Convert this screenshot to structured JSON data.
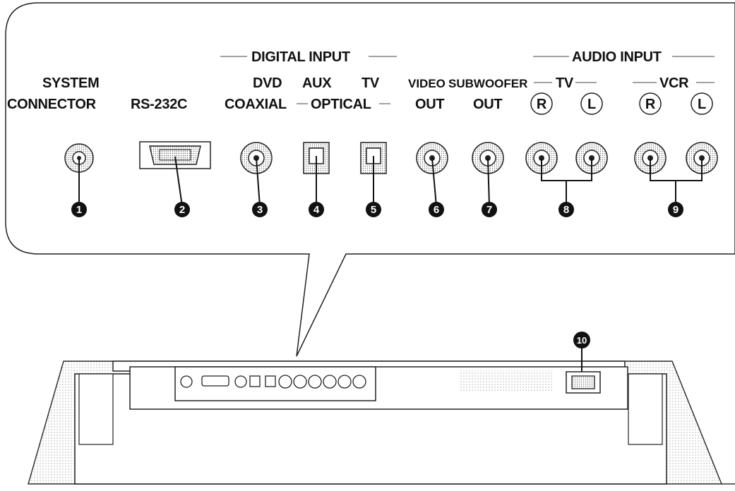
{
  "groups": {
    "digital_input": "DIGITAL INPUT",
    "optical": "OPTICAL",
    "audio_input": "AUDIO INPUT",
    "tv": "TV",
    "vcr": "VCR"
  },
  "labels": {
    "system_1": "SYSTEM",
    "system_2": "CONNECTOR",
    "rs232c": "RS-232C",
    "dvd": "DVD",
    "coaxial": "COAXIAL",
    "aux": "AUX",
    "tv_optical": "TV",
    "video_1": "VIDEO",
    "video_2": "OUT",
    "subwoofer_1": "SUBWOOFER",
    "subwoofer_2": "OUT",
    "tv_r": "R",
    "tv_l": "L",
    "vcr_r": "R",
    "vcr_l": "L"
  },
  "markers": [
    "1",
    "2",
    "3",
    "4",
    "5",
    "6",
    "7",
    "8",
    "9",
    "10"
  ]
}
